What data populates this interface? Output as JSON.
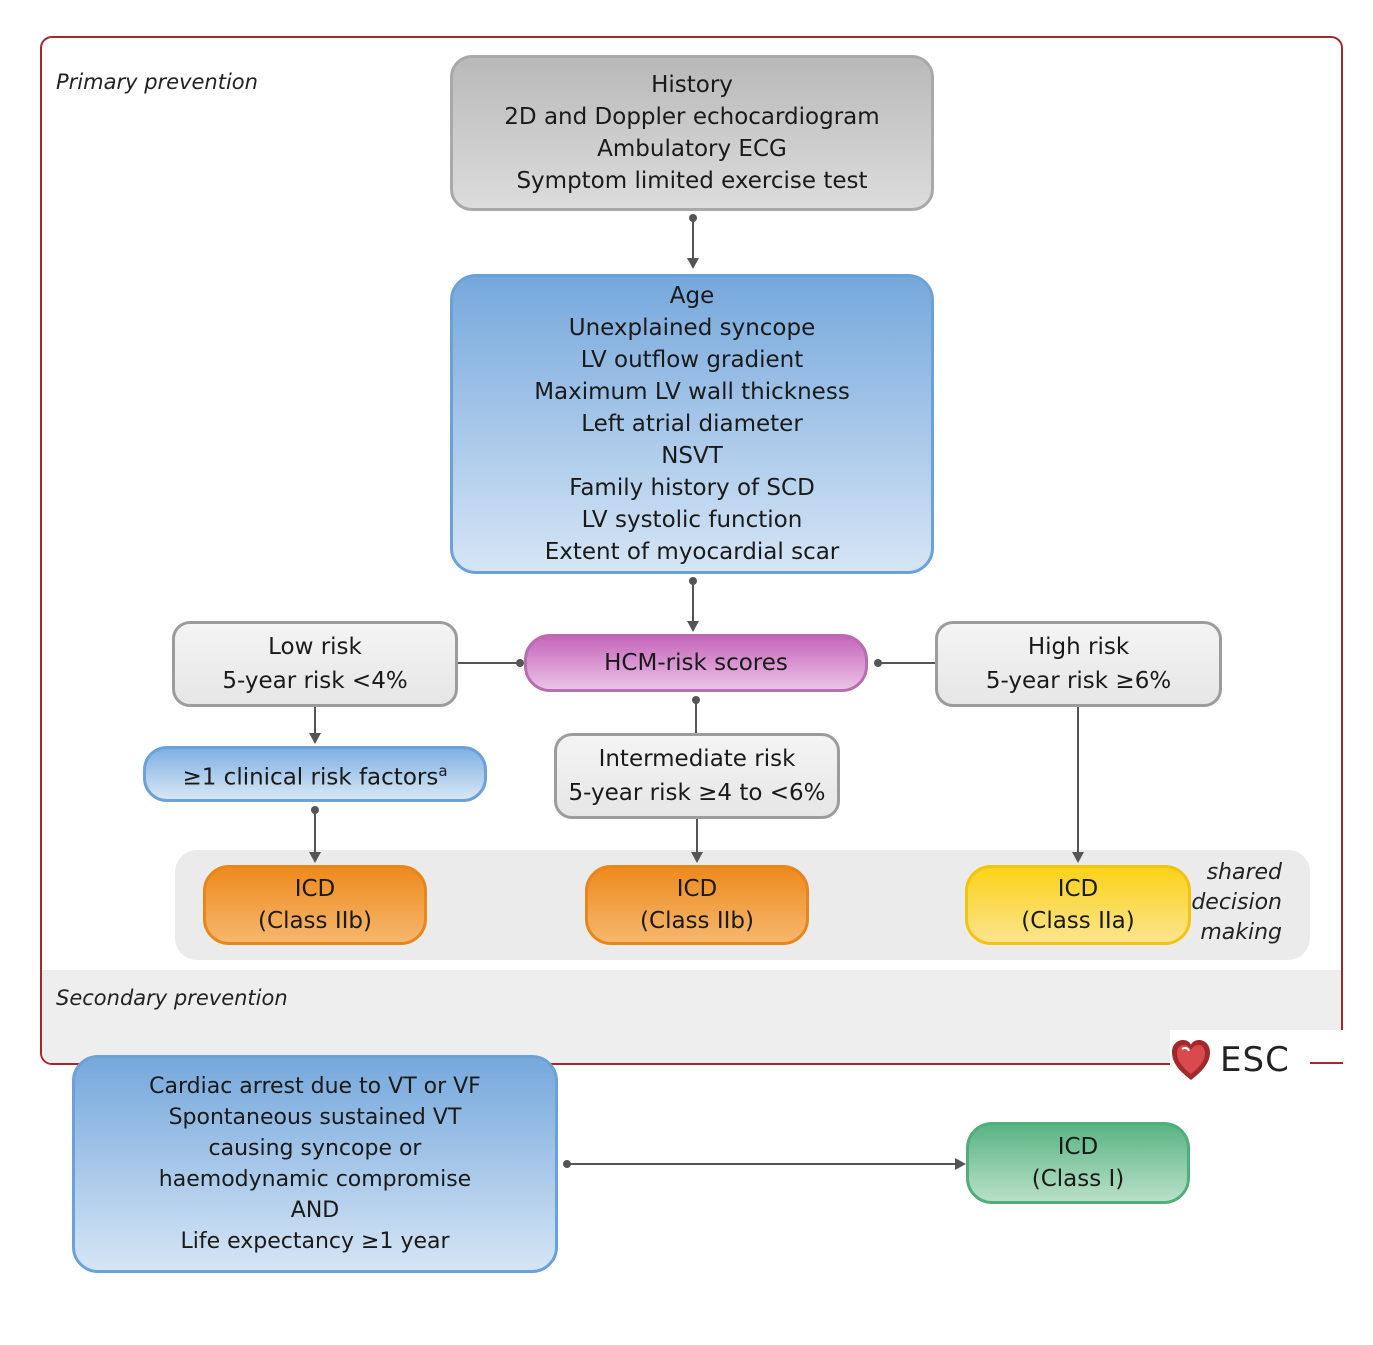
{
  "sections": {
    "primary_label": "Primary prevention",
    "secondary_label": "Secondary prevention"
  },
  "boxes": {
    "history": [
      "History",
      "2D and Doppler echocardiogram",
      "Ambulatory ECG",
      "Symptom limited exercise test"
    ],
    "risk_factors": [
      "Age",
      "Unexplained syncope",
      "LV outflow gradient",
      "Maximum LV wall thickness",
      "Left atrial diameter",
      "NSVT",
      "Family history of SCD",
      "LV systolic function",
      "Extent of myocardial scar"
    ],
    "hcm_risk": "HCM-risk scores",
    "low_risk": [
      "Low risk",
      "5-year risk <4%"
    ],
    "high_risk": [
      "High risk",
      "5-year risk ≥6%"
    ],
    "intermediate_risk": [
      "Intermediate risk",
      "5-year risk ≥4 to <6%"
    ],
    "clinical_factors": "≥1 clinical risk factors",
    "clinical_factors_sup": "a",
    "icd_low": [
      "ICD",
      "(Class IIb)"
    ],
    "icd_intermediate": [
      "ICD",
      "(Class IIb)"
    ],
    "icd_high": [
      "ICD",
      "(Class IIa)"
    ],
    "shared_decision": [
      "shared",
      "decision",
      "making"
    ],
    "secondary_criteria": [
      "Cardiac arrest due to VT or VF",
      "Spontaneous sustained VT",
      "causing syncope or",
      "haemodynamic compromise",
      "AND",
      "Life expectancy ≥1 year"
    ],
    "icd_secondary": [
      "ICD",
      "(Class I)"
    ]
  },
  "logo": {
    "text": "ESC",
    "color": "#a3282c"
  }
}
